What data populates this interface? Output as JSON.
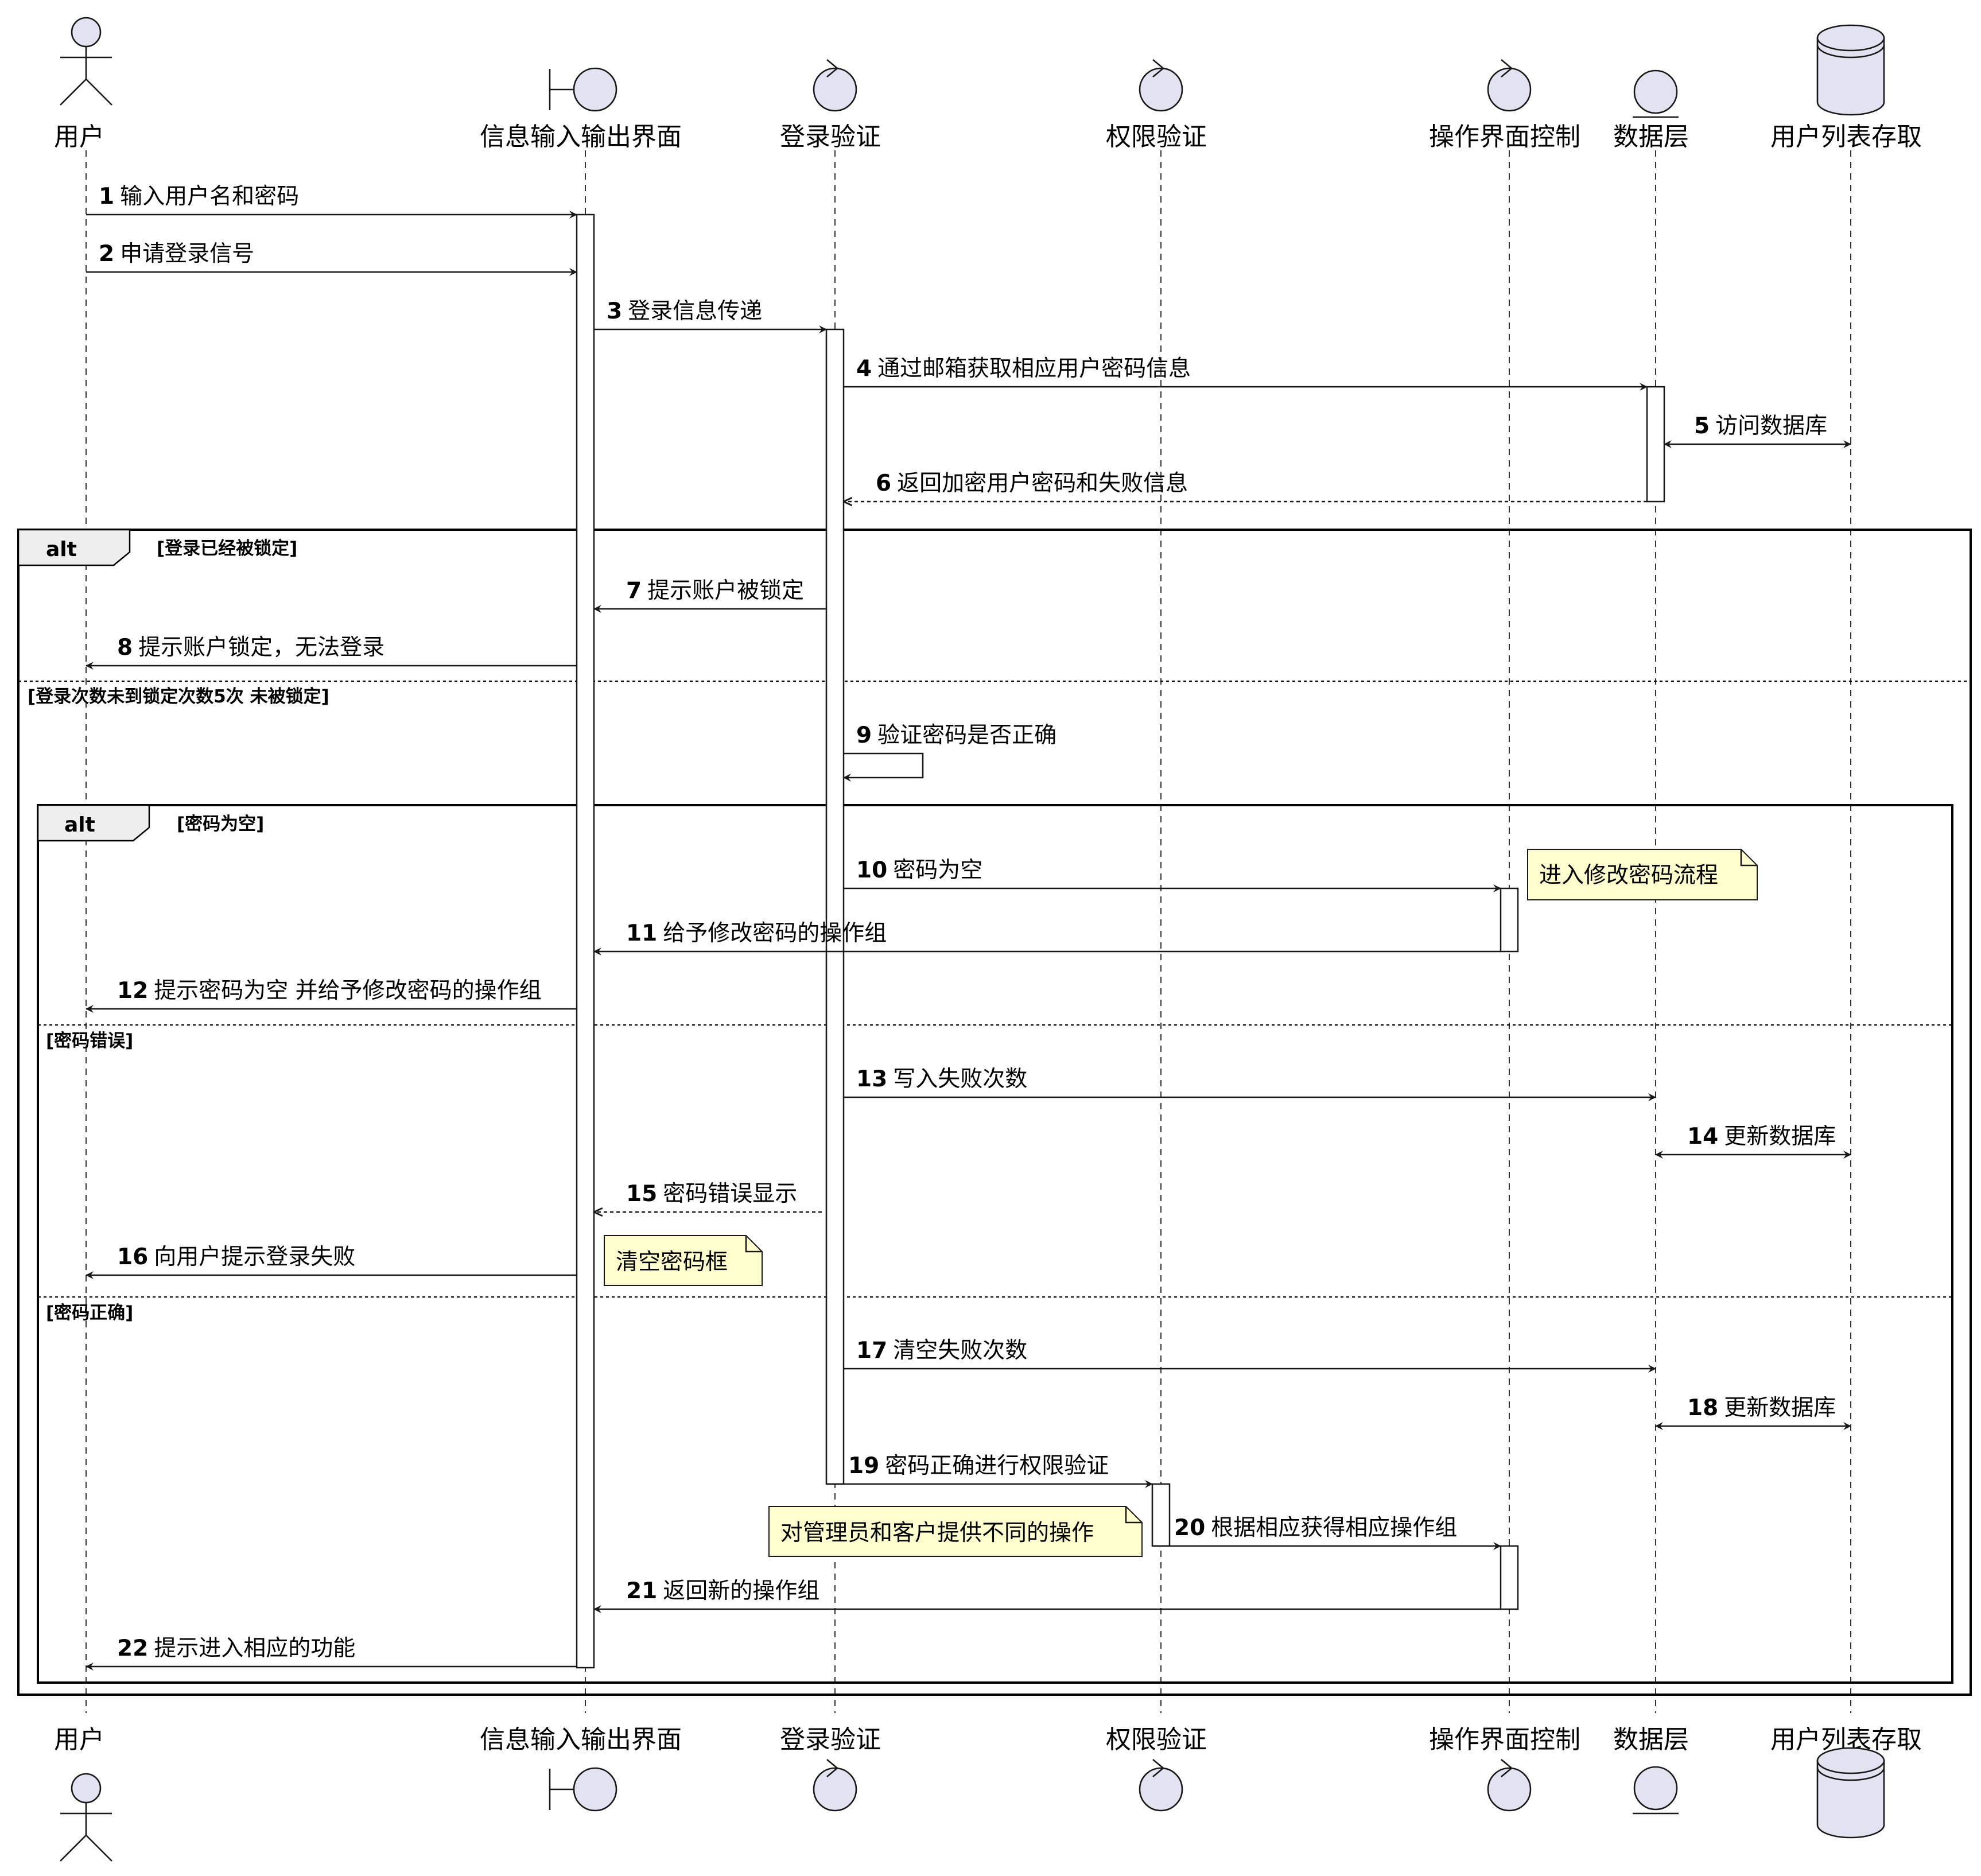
{
  "participants": [
    {
      "id": "user",
      "label": "用户",
      "kind": "actor"
    },
    {
      "id": "ui",
      "label": "信息输入输出界面",
      "kind": "boundary"
    },
    {
      "id": "login",
      "label": "登录验证",
      "kind": "control"
    },
    {
      "id": "perm",
      "label": "权限验证",
      "kind": "control"
    },
    {
      "id": "opctl",
      "label": "操作界面控制",
      "kind": "control"
    },
    {
      "id": "data",
      "label": "数据层",
      "kind": "entity"
    },
    {
      "id": "db",
      "label": "用户列表存取",
      "kind": "database"
    }
  ],
  "messages": [
    {
      "num": "1",
      "text": "输入用户名和密码",
      "from": "user",
      "to": "ui",
      "style": "solid"
    },
    {
      "num": "2",
      "text": "申请登录信号",
      "from": "user",
      "to": "ui",
      "style": "solid"
    },
    {
      "num": "3",
      "text": "登录信息传递",
      "from": "ui",
      "to": "login",
      "style": "solid"
    },
    {
      "num": "4",
      "text": "通过邮箱获取相应用户密码信息",
      "from": "login",
      "to": "data",
      "style": "solid"
    },
    {
      "num": "5",
      "text": "访问数据库",
      "from": "data",
      "to": "db",
      "style": "bidirectional"
    },
    {
      "num": "6",
      "text": "返回加密用户密码和失败信息",
      "from": "data",
      "to": "login",
      "style": "dashed"
    },
    {
      "num": "7",
      "text": "提示账户被锁定",
      "from": "login",
      "to": "ui",
      "style": "solid"
    },
    {
      "num": "8",
      "text": "提示账户锁定，无法登录",
      "from": "ui",
      "to": "user",
      "style": "solid"
    },
    {
      "num": "9",
      "text": "验证密码是否正确",
      "from": "login",
      "to": "login",
      "style": "self"
    },
    {
      "num": "10",
      "text": "密码为空",
      "from": "login",
      "to": "opctl",
      "style": "solid"
    },
    {
      "num": "11",
      "text": "给予修改密码的操作组",
      "from": "opctl",
      "to": "ui",
      "style": "solid"
    },
    {
      "num": "12",
      "text": "提示密码为空 并给予修改密码的操作组",
      "from": "ui",
      "to": "user",
      "style": "solid"
    },
    {
      "num": "13",
      "text": "写入失败次数",
      "from": "login",
      "to": "data",
      "style": "solid"
    },
    {
      "num": "14",
      "text": "更新数据库",
      "from": "data",
      "to": "db",
      "style": "bidirectional"
    },
    {
      "num": "15",
      "text": "密码错误显示",
      "from": "login",
      "to": "ui",
      "style": "dashed"
    },
    {
      "num": "16",
      "text": "向用户提示登录失败",
      "from": "ui",
      "to": "user",
      "style": "solid"
    },
    {
      "num": "17",
      "text": "清空失败次数",
      "from": "login",
      "to": "data",
      "style": "solid"
    },
    {
      "num": "18",
      "text": "更新数据库",
      "from": "data",
      "to": "db",
      "style": "bidirectional"
    },
    {
      "num": "19",
      "text": "密码正确进行权限验证",
      "from": "login",
      "to": "perm",
      "style": "solid"
    },
    {
      "num": "20",
      "text": "根据相应获得相应操作组",
      "from": "perm",
      "to": "opctl",
      "style": "solid"
    },
    {
      "num": "21",
      "text": "返回新的操作组",
      "from": "opctl",
      "to": "ui",
      "style": "solid"
    },
    {
      "num": "22",
      "text": "提示进入相应的功能",
      "from": "ui",
      "to": "user",
      "style": "solid"
    }
  ],
  "fragments": [
    {
      "operator": "alt",
      "guards": [
        "[登录已经被锁定]",
        "[登录次数未到锁定次数5次 未被锁定]"
      ]
    },
    {
      "operator": "alt",
      "guards": [
        "[密码为空]",
        "[密码错误]",
        "[密码正确]"
      ]
    }
  ],
  "notes": [
    {
      "text": "进入修改密码流程"
    },
    {
      "text": "清空密码框"
    },
    {
      "text": "对管理员和客户提供不同的操作"
    }
  ],
  "colors": {
    "participant_fill": "#e2e2f0",
    "note_fill": "#fefece",
    "frame_tab_fill": "#eeeeee",
    "line": "#181818"
  }
}
